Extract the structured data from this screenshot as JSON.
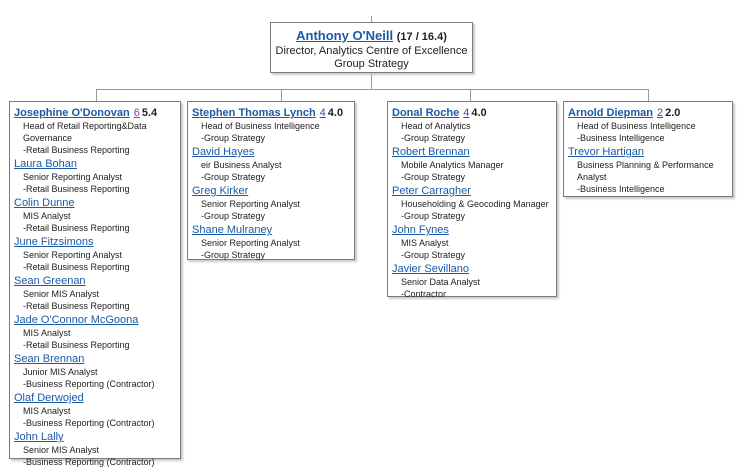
{
  "root": {
    "name": "Anthony O'Neill",
    "stats": "(17 / 16.4)",
    "title": "Director, Analytics Centre of Excellence",
    "department": "Group Strategy"
  },
  "columns": [
    {
      "head": {
        "name": "Josephine O'Donovan",
        "count": "6",
        "score": "5.4",
        "lines": [
          "Head of Retail Reporting&Data Governance",
          "-Retail Business Reporting"
        ]
      },
      "members": [
        {
          "name": "Laura Bohan",
          "lines": [
            "Senior Reporting Analyst",
            "-Retail Business Reporting"
          ]
        },
        {
          "name": "Colin Dunne",
          "lines": [
            "MIS Analyst",
            "-Retail Business Reporting"
          ]
        },
        {
          "name": "June Fitzsimons",
          "lines": [
            "Senior Reporting Analyst",
            "-Retail Business Reporting"
          ]
        },
        {
          "name": "Sean Greenan",
          "lines": [
            "Senior MIS Analyst",
            "-Retail Business Reporting"
          ]
        },
        {
          "name": "Jade O'Connor McGoona",
          "lines": [
            "MIS Analyst",
            "-Retail Business Reporting"
          ]
        },
        {
          "name": "Sean Brennan",
          "lines": [
            "Junior MIS Analyst",
            "-Business Reporting (Contractor)"
          ]
        },
        {
          "name": "Olaf Derwojed",
          "lines": [
            "MIS Analyst",
            "-Business Reporting (Contractor)"
          ]
        },
        {
          "name": "John Lally",
          "lines": [
            "Senior MIS Analyst",
            "-Business Reporting (Contractor)"
          ]
        }
      ]
    },
    {
      "head": {
        "name": "Stephen Thomas Lynch",
        "count": "4",
        "score": "4.0",
        "lines": [
          "Head of Business Intelligence",
          "-Group Strategy"
        ]
      },
      "members": [
        {
          "name": "David Hayes",
          "lines": [
            "eir Business Analyst",
            "-Group Strategy"
          ]
        },
        {
          "name": "Greg Kirker",
          "lines": [
            "Senior Reporting Analyst",
            "-Group Strategy"
          ]
        },
        {
          "name": "Shane Mulraney",
          "lines": [
            "Senior Reporting Analyst",
            "-Group Strategy"
          ]
        }
      ]
    },
    {
      "head": {
        "name": "Donal Roche",
        "count": "4",
        "score": "4.0",
        "lines": [
          "Head of Analytics",
          "-Group Strategy"
        ]
      },
      "members": [
        {
          "name": "Robert Brennan",
          "lines": [
            "Mobile Analytics Manager",
            "-Group Strategy"
          ]
        },
        {
          "name": "Peter Carragher",
          "lines": [
            "Householding & Geocoding Manager",
            "-Group Strategy"
          ]
        },
        {
          "name": "John Fynes",
          "lines": [
            "MIS Analyst",
            "-Group Strategy"
          ]
        },
        {
          "name": "Javier Sevillano",
          "lines": [
            "Senior Data Analyst",
            "-Contractor"
          ]
        }
      ]
    },
    {
      "head": {
        "name": "Arnold Diepman",
        "count": "2",
        "score": "2.0",
        "lines": [
          "Head of Business Intelligence",
          "-Business Intelligence"
        ]
      },
      "members": [
        {
          "name": "Trevor Hartigan",
          "lines": [
            "Business Planning & Performance Analyst",
            "-Business Intelligence"
          ]
        }
      ]
    }
  ]
}
